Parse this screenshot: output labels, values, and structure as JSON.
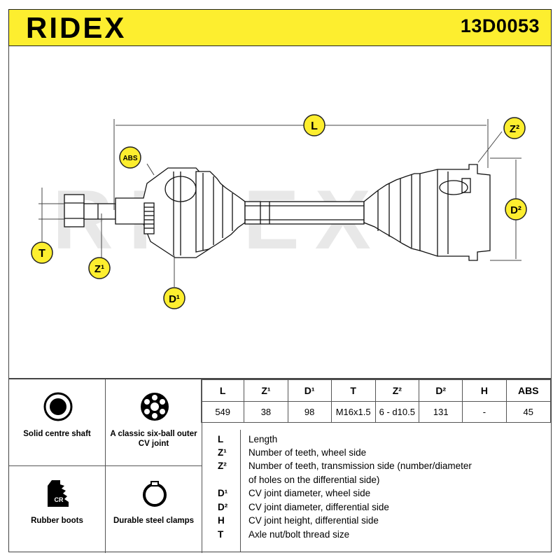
{
  "header": {
    "brand": "RIDEX",
    "code": "13D0053",
    "bg_color": "#fdee2f"
  },
  "watermark": "RIDEX",
  "drawing": {
    "labels": {
      "L": "L",
      "Z2": "Z²",
      "ABS": "ABS",
      "D2": "D²",
      "T": "T",
      "Z1": "Z¹",
      "D1": "D¹"
    }
  },
  "features": [
    {
      "icon": "solid-shaft-icon",
      "label": "Solid centre shaft"
    },
    {
      "icon": "six-ball-cv-joint-icon",
      "label": "A classic six-ball outer CV joint"
    },
    {
      "icon": "rubber-boot-icon",
      "label": "Rubber boots",
      "badge": "CR"
    },
    {
      "icon": "steel-clamp-icon",
      "label": "Durable steel clamps"
    }
  ],
  "spec_table": {
    "headers": [
      "L",
      "Z¹",
      "D¹",
      "T",
      "Z²",
      "D²",
      "H",
      "ABS"
    ],
    "values": [
      "549",
      "38",
      "98",
      "M16x1.5",
      "6 - d10.5",
      "131",
      "-",
      "45"
    ]
  },
  "legend": [
    {
      "key": "L",
      "text": "Length"
    },
    {
      "key": "Z¹",
      "text": "Number of teeth, wheel side"
    },
    {
      "key": "Z²",
      "text": "Number of teeth, transmission side (number/diameter"
    },
    {
      "key": "",
      "text": "of holes on the differential side)"
    },
    {
      "key": "D¹",
      "text": "CV joint diameter, wheel side"
    },
    {
      "key": "D²",
      "text": "CV joint diameter, differential side"
    },
    {
      "key": "H",
      "text": "CV joint height, differential side"
    },
    {
      "key": "T",
      "text": "Axle nut/bolt thread size"
    }
  ]
}
